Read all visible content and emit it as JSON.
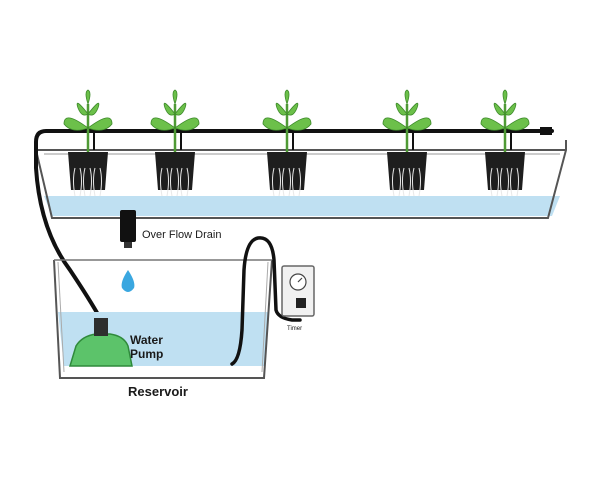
{
  "labels": {
    "overflow_drain": "Over Flow Drain",
    "water_pump_line1": "Water",
    "water_pump_line2": "Pump",
    "reservoir": "Reservoir",
    "timer": "Timer"
  },
  "plants": [
    {
      "id": "plant-1"
    },
    {
      "id": "plant-2"
    },
    {
      "id": "plant-3"
    },
    {
      "id": "plant-4"
    },
    {
      "id": "plant-5"
    }
  ],
  "colors": {
    "water": "#bfe0f2",
    "water_light": "#d7ecf7",
    "pump": "#5cc36a",
    "leaf": "#6cc04a",
    "pot": "#1e1e1e",
    "tube": "#111111",
    "tray": "#555555",
    "droplet": "#3aa7e0"
  }
}
